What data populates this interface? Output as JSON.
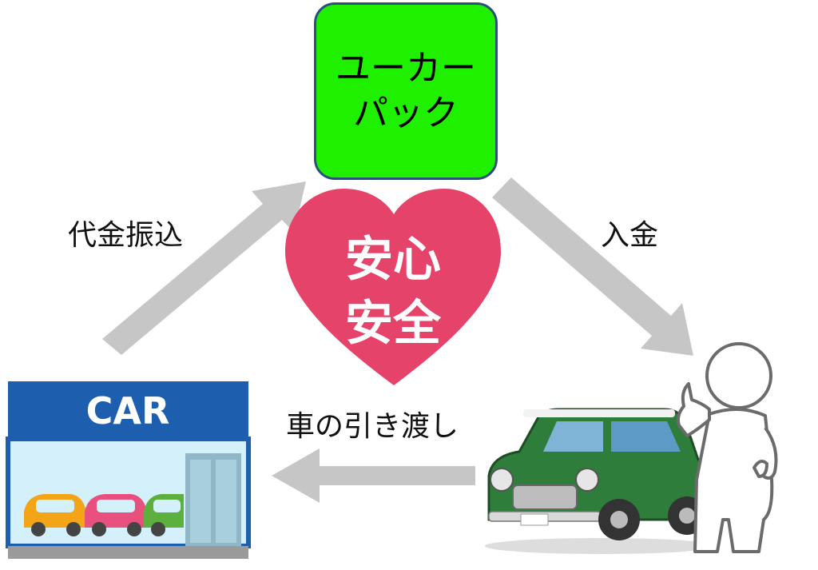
{
  "central_box": {
    "line1": "ユーカー",
    "line2": "パック"
  },
  "labels": {
    "left_arrow": "代金振込",
    "right_arrow": "入金",
    "bottom_arrow": "車の引き渡し"
  },
  "heart": {
    "line1": "安心",
    "line2": "安全"
  },
  "dealer_sign": "CAR",
  "colors": {
    "box_fill": "#1ff000",
    "box_border": "#2d4f7c",
    "arrow": "#c6c6c6",
    "heart": "#e5436a",
    "dealer_blue": "#1d5fae",
    "car_green": "#2e7d3a"
  },
  "icons": [
    "car-dealer-illustration",
    "person-thumbs-up-icon",
    "green-car-illustration",
    "heart-badge"
  ]
}
